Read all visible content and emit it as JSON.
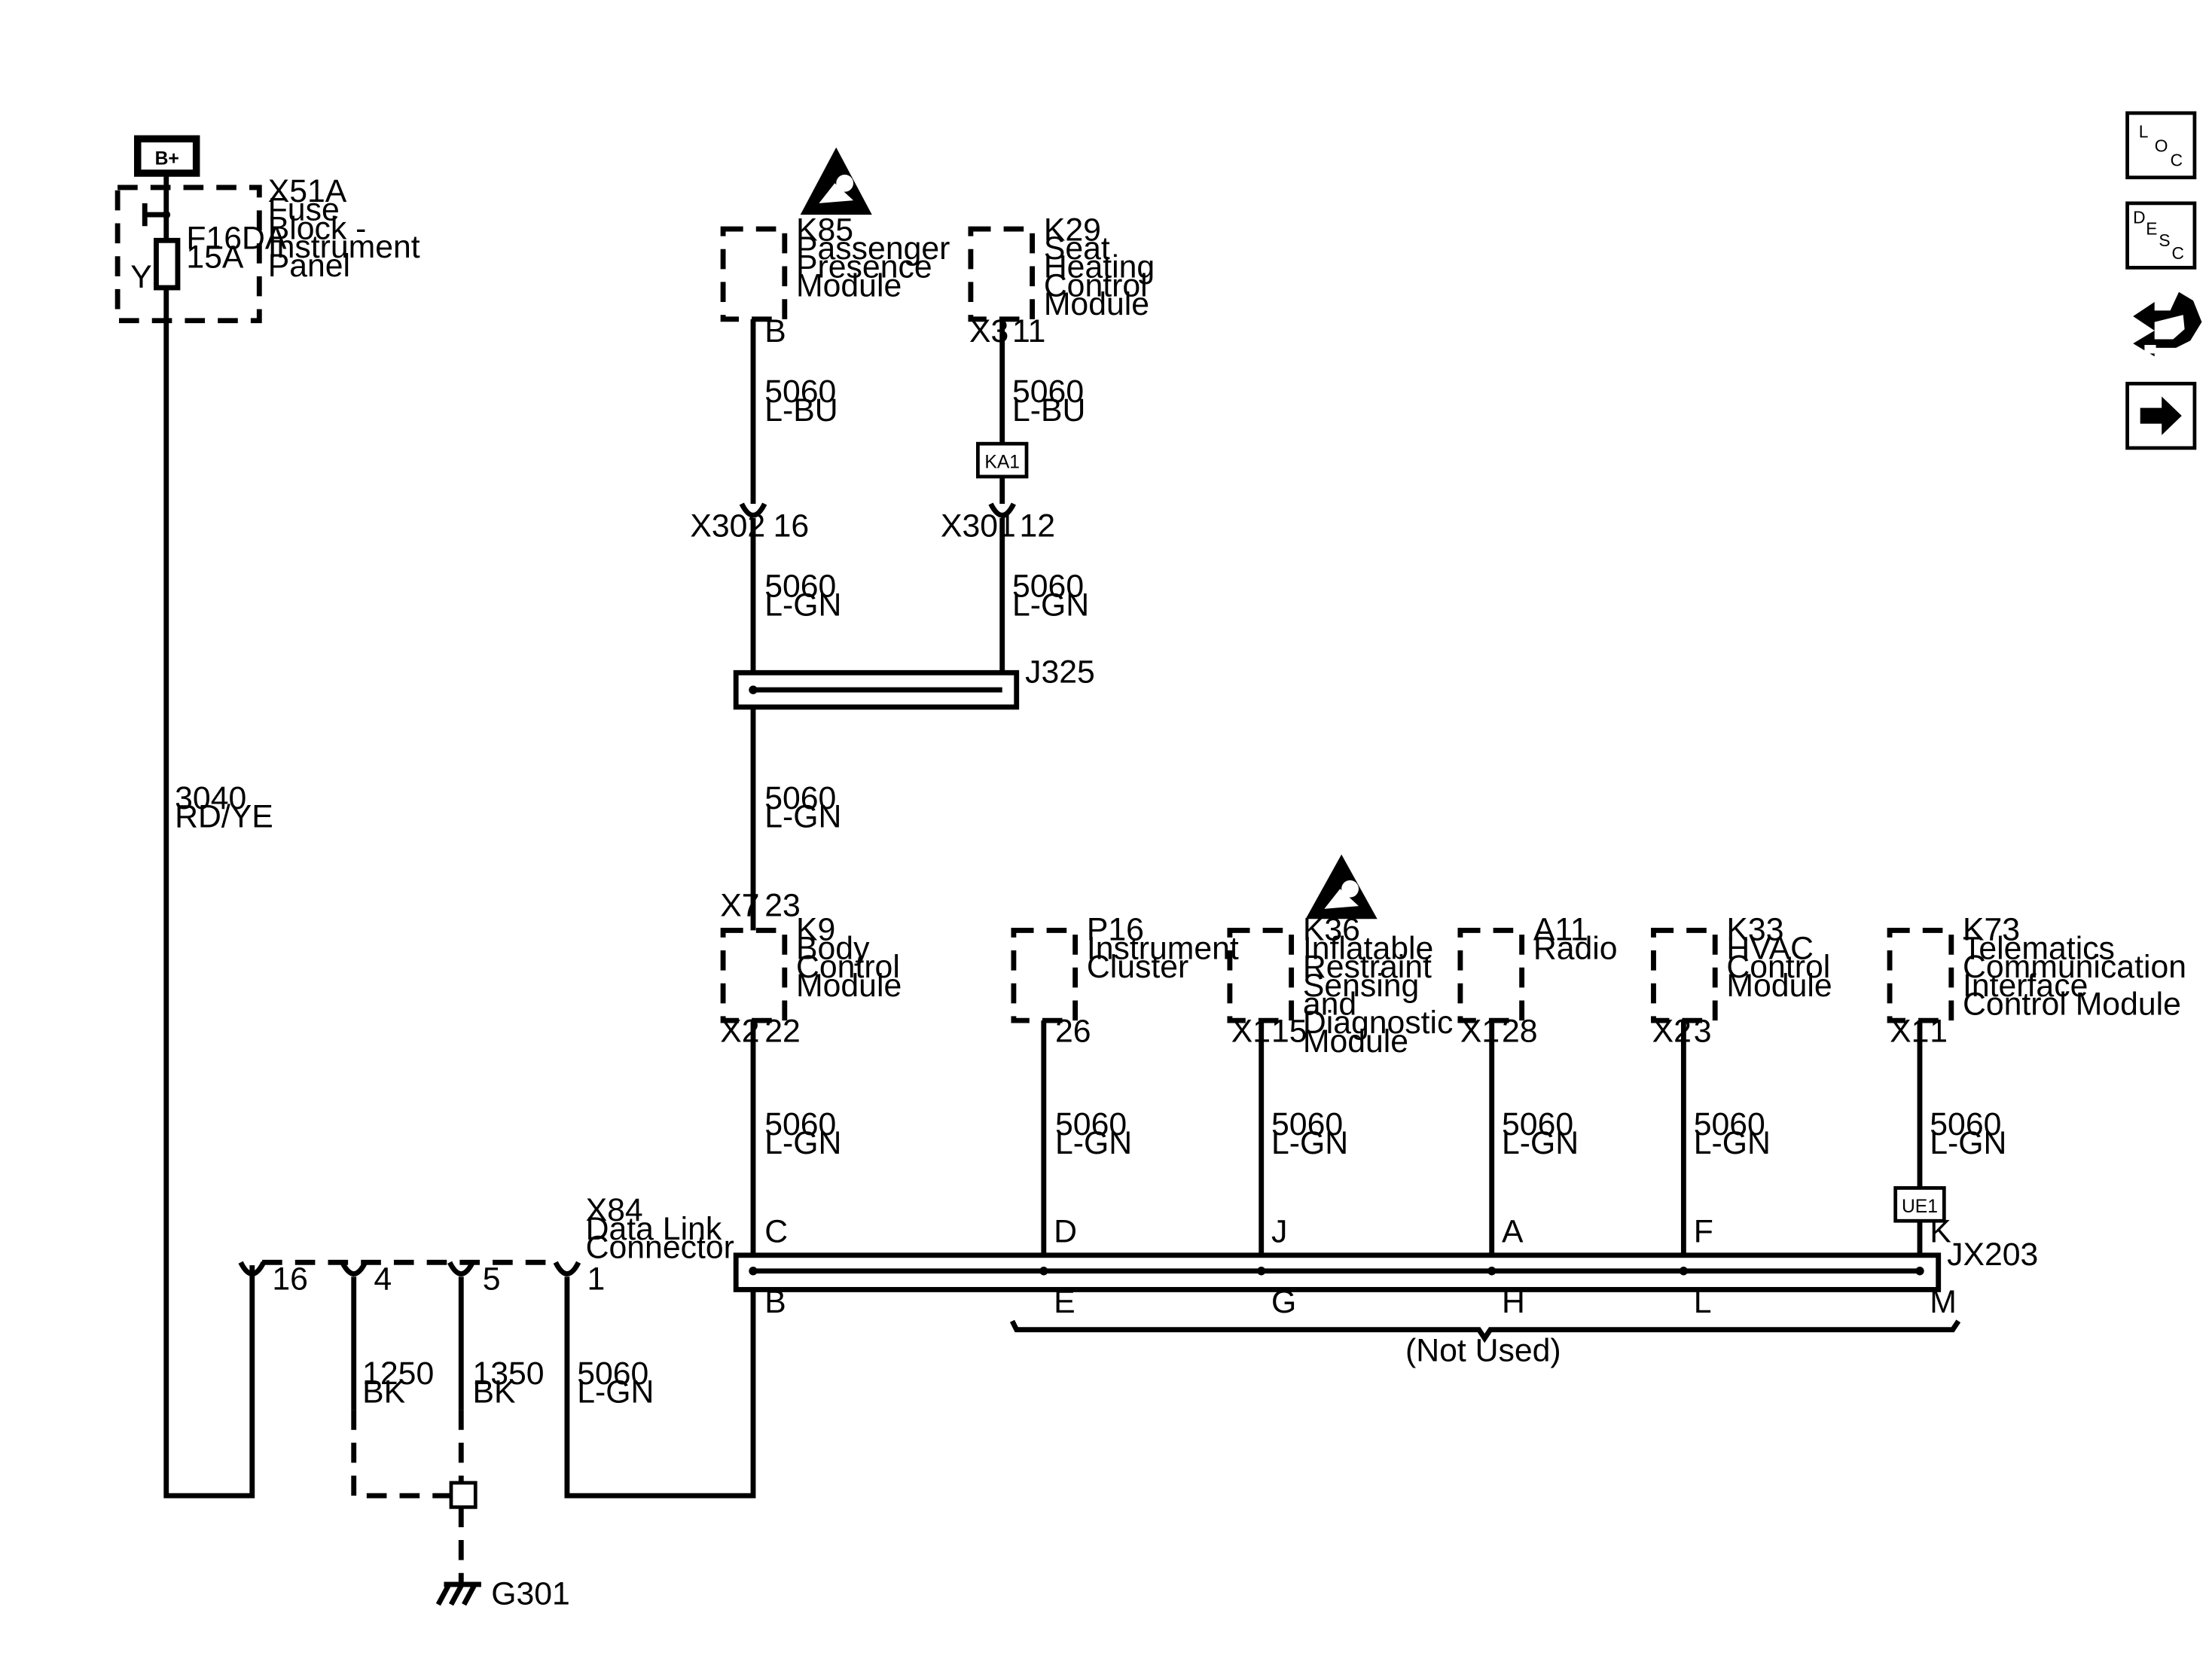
{
  "power": {
    "label": "B+"
  },
  "fuse_block": {
    "ref": "X51A",
    "name_lines": [
      "Fuse",
      "Block -",
      "Instrument",
      "Panel"
    ],
    "fuse_ref": "F16DA",
    "fuse_rating": "15A",
    "terminal": "Y"
  },
  "wire_3040": {
    "circuit": "3040",
    "color": "RD/YE"
  },
  "k85": {
    "ref": "K85",
    "name_lines": [
      "Passenger",
      "Presence",
      "Module"
    ],
    "pin": "B"
  },
  "k29": {
    "ref": "K29",
    "name_lines": [
      "Seat",
      "Heating",
      "Control",
      "Module"
    ],
    "connector": "X3",
    "pin": "11"
  },
  "wire_k85": {
    "circuit": "5060",
    "color": "L-BU"
  },
  "wire_k29": {
    "circuit": "5060",
    "color": "L-BU"
  },
  "ka1": {
    "label": "KA1"
  },
  "x302": {
    "ref": "X302",
    "pin": "16"
  },
  "x301": {
    "ref": "X301",
    "pin": "12"
  },
  "wire_x302": {
    "circuit": "5060",
    "color": "L-GN"
  },
  "wire_x301": {
    "circuit": "5060",
    "color": "L-GN"
  },
  "j325": {
    "ref": "J325"
  },
  "wire_j325": {
    "circuit": "5060",
    "color": "L-GN"
  },
  "k9": {
    "ref": "K9",
    "name_lines": [
      "Body",
      "Control",
      "Module"
    ],
    "top_connector": "X7",
    "top_pin": "23",
    "bottom_connector": "X2",
    "bottom_pin": "22"
  },
  "p16": {
    "ref": "P16",
    "name_lines": [
      "Instrument",
      "Cluster"
    ],
    "pin": "26"
  },
  "k36": {
    "ref": "K36",
    "name_lines": [
      "Inflatable",
      "Restraint",
      "Sensing",
      "and",
      "Diagnostic",
      "Module"
    ],
    "connector": "X1",
    "pin": "15"
  },
  "a11": {
    "ref": "A11",
    "name_lines": [
      "Radio"
    ],
    "connector": "X1",
    "pin": "28"
  },
  "k33": {
    "ref": "K33",
    "name_lines": [
      "HVAC",
      "Control",
      "Module"
    ],
    "connector": "X2",
    "pin": "3"
  },
  "k73": {
    "ref": "K73",
    "name_lines": [
      "Telematics",
      "Communication",
      "Interface",
      "Control Module"
    ],
    "connector": "X1",
    "pin": "1"
  },
  "drop_wires": {
    "circuit": "5060",
    "color": "L-GN"
  },
  "ue1": {
    "label": "UE1"
  },
  "jx203": {
    "ref": "JX203",
    "top_pins": [
      "C",
      "D",
      "J",
      "A",
      "F",
      "K"
    ],
    "bottom_pins": [
      "B",
      "E",
      "G",
      "H",
      "L",
      "M"
    ],
    "not_used": "(Not Used)"
  },
  "x84": {
    "ref": "X84",
    "name_lines": [
      "Data Link",
      "Connector"
    ],
    "pins": [
      "16",
      "4",
      "5",
      "1"
    ]
  },
  "wire_1250": {
    "circuit": "1250",
    "color": "BK"
  },
  "wire_1350": {
    "circuit": "1350",
    "color": "BK"
  },
  "wire_dlc": {
    "circuit": "5060",
    "color": "L-GN"
  },
  "ground": {
    "ref": "G301"
  },
  "side_buttons": [
    {
      "name": "loc",
      "letters": [
        "L",
        "O",
        "C"
      ]
    },
    {
      "name": "desc",
      "letters": [
        "D",
        "E",
        "S",
        "C"
      ]
    },
    {
      "name": "diagnostic-icon"
    },
    {
      "name": "next-arrow-icon"
    }
  ]
}
